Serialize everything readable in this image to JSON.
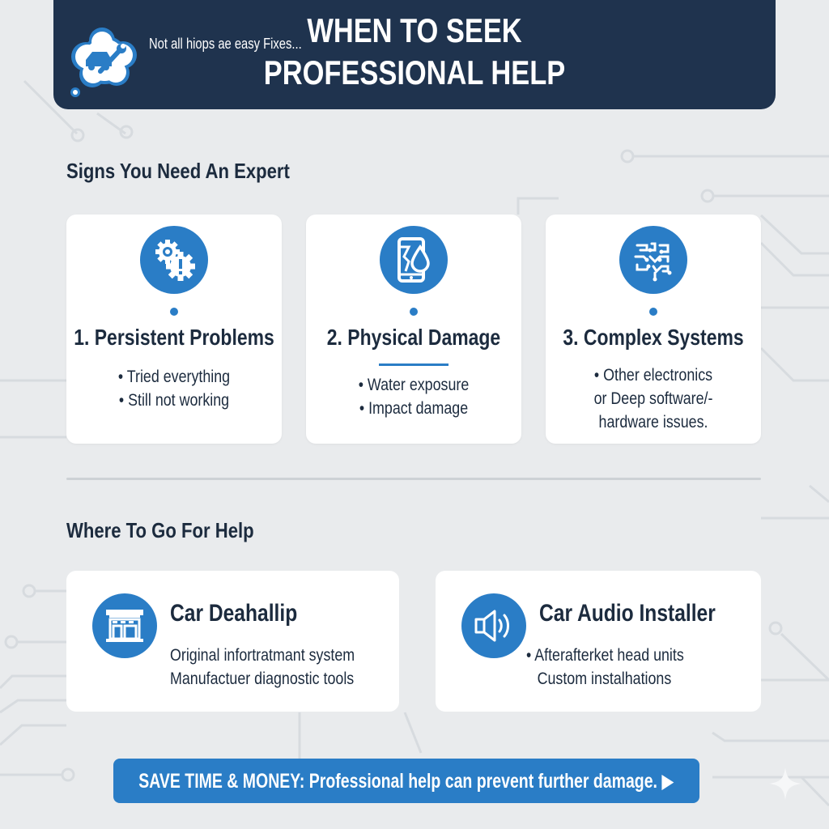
{
  "header": {
    "tagline": "Not all hiops ae easy Fixes...",
    "title_line1": "WHEN TO SEEK",
    "title_line2": "PROFESSIONAL HELP",
    "bubble_icon": "car-wrench-icon"
  },
  "signs_section": {
    "title": "Signs You Need An Expert",
    "cards": [
      {
        "icon": "gears-alert-icon",
        "title": "1. Persistent Problems",
        "bullets": [
          "• Tried everything",
          "• Still not working"
        ]
      },
      {
        "icon": "cracked-phone-water-icon",
        "title": "2. Physical Damage",
        "bullets": [
          "• Water exposure",
          "• Impact damage"
        ]
      },
      {
        "icon": "circuit-board-icon",
        "title": "3. Complex Systems",
        "bullets": [
          "• Other electronics",
          "or Deep software/-",
          "hardware issues."
        ]
      }
    ]
  },
  "help_section": {
    "title": "Where To Go For Help",
    "cards": [
      {
        "icon": "dealership-building-icon",
        "title": "Car Deahallip",
        "lines": [
          "Original infortratmant system",
          "Manufactuer diagnostic tools"
        ]
      },
      {
        "icon": "speaker-icon",
        "title": "Car Audio Installer",
        "lines": [
          "• Afterafterket head units",
          "Custom instalhations"
        ]
      }
    ]
  },
  "cta": {
    "label": "SAVE TIME & MONEY: Professional help can prevent further damage. ▶"
  },
  "colors": {
    "header_bg": "#1f334e",
    "accent": "#2a7dc6",
    "text": "#1c2b3e",
    "page_bg": "#e9ebed",
    "card_bg": "#ffffff"
  }
}
